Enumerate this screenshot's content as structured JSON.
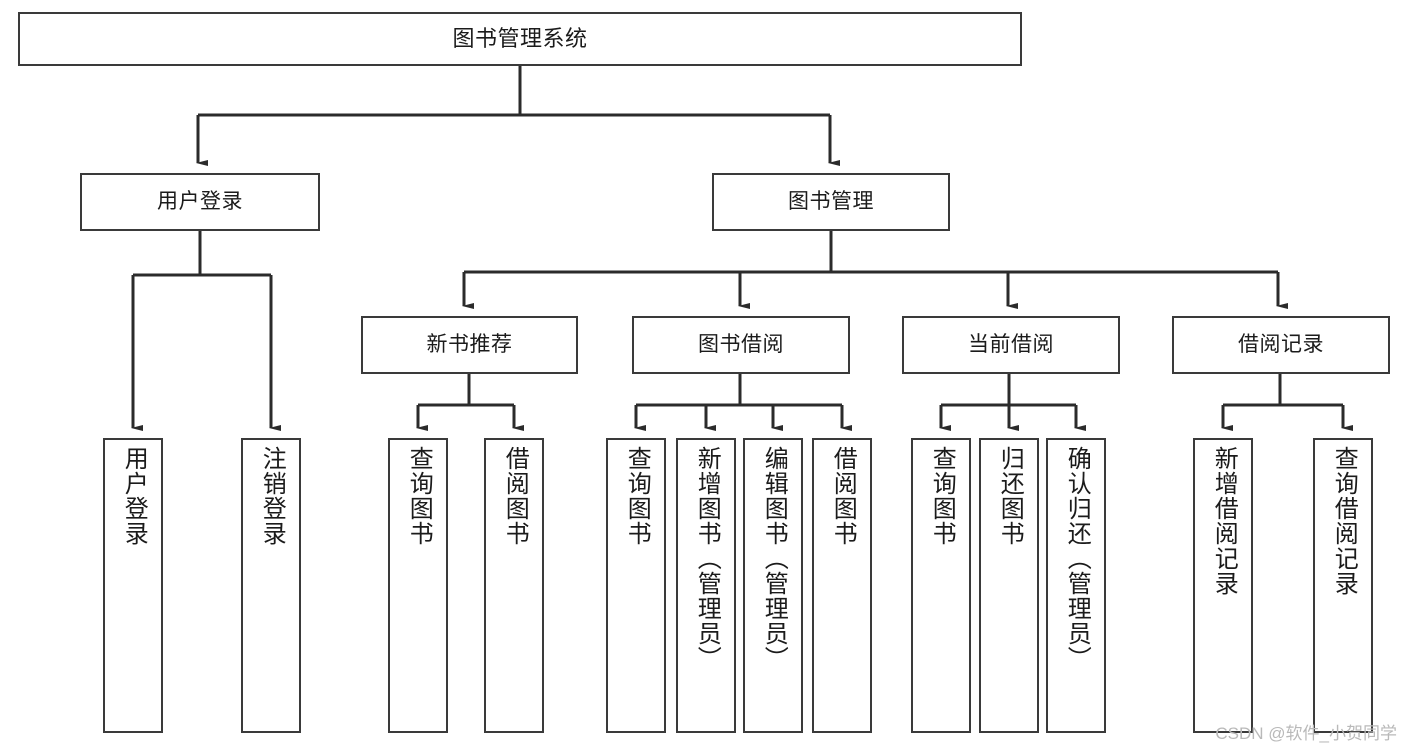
{
  "diagram": {
    "title": "图书管理系统",
    "type": "功能结构图",
    "colors": {
      "box_border": "#3a3a3a",
      "box_fill": "#ffffff",
      "edge": "#2b2b2b",
      "text": "#1b1b1b",
      "watermark": "#b9b9b9"
    },
    "watermark": "CSDN @软件_小贺同学"
  },
  "nodes": {
    "root": {
      "label": "图书管理系统"
    },
    "level1": [
      {
        "id": "user-login",
        "label": "用户登录"
      },
      {
        "id": "book-management",
        "label": "图书管理"
      }
    ],
    "level2": [
      {
        "id": "new-book-recommend",
        "label": "新书推荐"
      },
      {
        "id": "book-borrow",
        "label": "图书借阅"
      },
      {
        "id": "current-borrow",
        "label": "当前借阅"
      },
      {
        "id": "borrow-record",
        "label": "借阅记录"
      }
    ],
    "leaves": {
      "user_login": [
        {
          "id": "leaf-user-login",
          "label": "用户登录"
        },
        {
          "id": "leaf-user-logout",
          "label": "注销登录"
        }
      ],
      "new_book_recommend": [
        {
          "id": "leaf-query-book-1",
          "label": "查询图书"
        },
        {
          "id": "leaf-borrow-book-1",
          "label": "借阅图书"
        }
      ],
      "book_borrow": [
        {
          "id": "leaf-query-book-2",
          "label": "查询图书"
        },
        {
          "id": "leaf-add-book",
          "label": "新增图书（管理员）"
        },
        {
          "id": "leaf-edit-book",
          "label": "编辑图书（管理员）"
        },
        {
          "id": "leaf-borrow-book-2",
          "label": "借阅图书"
        }
      ],
      "current_borrow": [
        {
          "id": "leaf-query-book-3",
          "label": "查询图书"
        },
        {
          "id": "leaf-return-book",
          "label": "归还图书"
        },
        {
          "id": "leaf-confirm-return",
          "label": "确认归还（管理员）"
        }
      ],
      "borrow_record": [
        {
          "id": "leaf-add-record",
          "label": "新增借阅记录"
        },
        {
          "id": "leaf-query-record",
          "label": "查询借阅记录"
        }
      ]
    }
  }
}
